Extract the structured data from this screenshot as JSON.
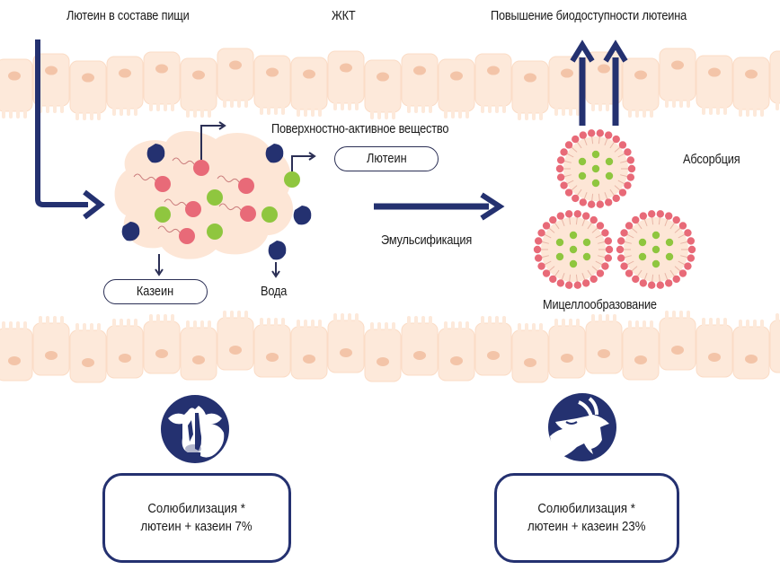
{
  "labels": {
    "food_lutein": "Лютеин в составе пищи",
    "git": "ЖКТ",
    "bioavailability": "Повышение биодоступности лютеина",
    "surfactant": "Поверхностно-активное вещество",
    "emulsification": "Эмульсификация",
    "absorption": "Абсорбция",
    "micelle_formation": "Мицеллообразование",
    "water": "Вода"
  },
  "pills": {
    "lutein": "Лютеин",
    "casein": "Казеин"
  },
  "results": [
    {
      "animal": "cow",
      "icon": "cow-icon",
      "line1": "Солюбилизация *",
      "line2": "лютеин + казеин 7%",
      "solubilization_percent": 7
    },
    {
      "animal": "goat",
      "icon": "goat-icon",
      "line1": "Солюбилизация *",
      "line2": "лютеин + казеин 23%",
      "solubilization_percent": 23
    }
  ],
  "colors": {
    "navy": "#243170",
    "cell": "#fde9da",
    "nucleus": "#f3c4a8",
    "lutein_red": "#e86a78",
    "green": "#8fc63f",
    "droplet": "#fde6d6"
  }
}
